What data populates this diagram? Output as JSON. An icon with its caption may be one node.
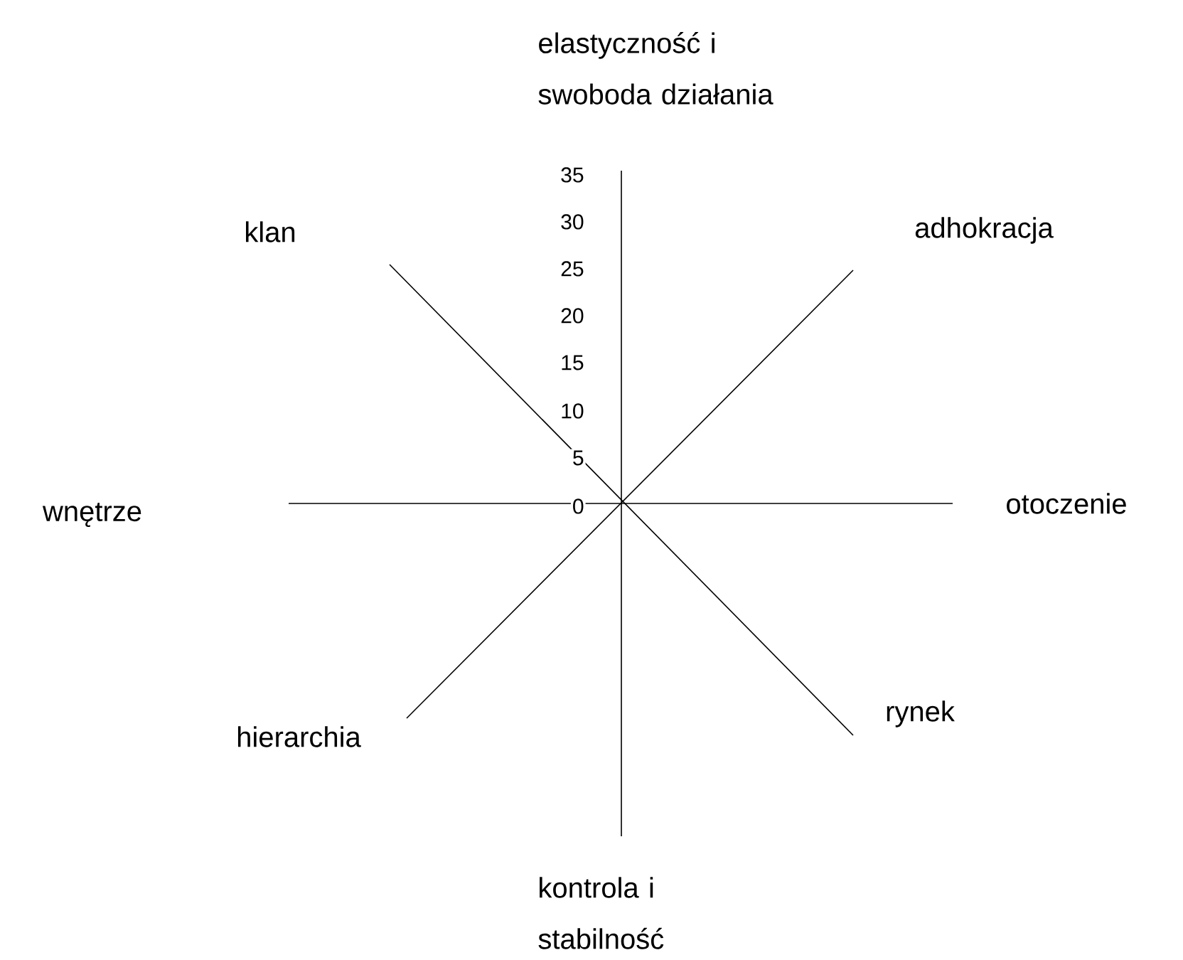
{
  "diagram": {
    "labels": [
      "elastyczność i swoboda działania",
      "klan",
      "adhokracja",
      "35",
      "30",
      "25",
      "20",
      "15",
      "10",
      "5",
      "wnętrze",
      "0",
      "otoczenie",
      "rynek",
      "hierarchia",
      "kontrola i stabilność"
    ]
  }
}
